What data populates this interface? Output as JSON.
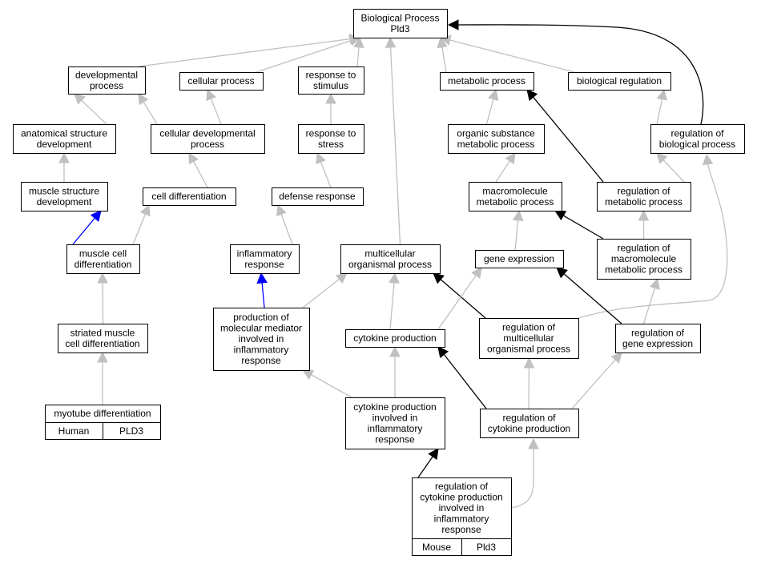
{
  "colors": {
    "gray_edge": "#c0c0c0",
    "black_edge": "#000000",
    "blue_edge": "#0000ff",
    "human_cell": "#ff6347",
    "mouse_cell": "#add8e6"
  },
  "nodes": {
    "bp": [
      "Biological Process",
      "Pld3"
    ],
    "dev": [
      "developmental",
      "process"
    ],
    "cell_proc": [
      "cellular process"
    ],
    "resp_stim": [
      "response to",
      "stimulus"
    ],
    "metab": [
      "metabolic process"
    ],
    "bioreg": [
      "biological regulation"
    ],
    "anat": [
      "anatomical structure",
      "development"
    ],
    "celldev": [
      "cellular developmental",
      "process"
    ],
    "resp_stress": [
      "response to",
      "stress"
    ],
    "org_sub": [
      "organic substance",
      "metabolic process"
    ],
    "reg_bio": [
      "regulation of",
      "biological process"
    ],
    "muscle_struct": [
      "muscle structure",
      "development"
    ],
    "cell_diff": [
      "cell differentiation"
    ],
    "defense": [
      "defense response"
    ],
    "macro": [
      "macromolecule",
      "metabolic process"
    ],
    "reg_metab": [
      "regulation of",
      "metabolic process"
    ],
    "muscle_cell_diff": [
      "muscle cell",
      "differentiation"
    ],
    "inflam": [
      "inflammatory",
      "response"
    ],
    "multi": [
      "multicellular",
      "organismal process"
    ],
    "gene_exp": [
      "gene expression"
    ],
    "reg_macro": [
      "regulation of",
      "macromolecule",
      "metabolic process"
    ],
    "prod_mol": [
      "production of",
      "molecular mediator",
      "involved in",
      "inflammatory",
      "response"
    ],
    "striated": [
      "striated muscle",
      "cell differentiation"
    ],
    "cyto_prod": [
      "cytokine production"
    ],
    "reg_multi": [
      "regulation of",
      "multicellular",
      "organismal process"
    ],
    "reg_gene": [
      "regulation of",
      "gene expression"
    ],
    "myotube": [
      "myotube differentiation"
    ],
    "cyto_inflam": [
      "cytokine production",
      "involved in",
      "inflammatory",
      "response"
    ],
    "reg_cyto": [
      "regulation of",
      "cytokine production"
    ],
    "reg_cyto_inflam": [
      "regulation of",
      "cytokine production",
      "involved in",
      "inflammatory",
      "response"
    ]
  },
  "annotations": {
    "human": {
      "species": "Human",
      "gene": "PLD3"
    },
    "mouse": {
      "species": "Mouse",
      "gene": "Pld3"
    }
  },
  "edges": [
    {
      "from": "dev",
      "to": "bp",
      "type": "gray"
    },
    {
      "from": "cell_proc",
      "to": "bp",
      "type": "gray"
    },
    {
      "from": "resp_stim",
      "to": "bp",
      "type": "gray"
    },
    {
      "from": "metab",
      "to": "bp",
      "type": "gray"
    },
    {
      "from": "bioreg",
      "to": "bp",
      "type": "gray"
    },
    {
      "from": "multi",
      "to": "bp",
      "type": "gray"
    },
    {
      "from": "reg_bio",
      "to": "bp",
      "type": "black"
    },
    {
      "from": "anat",
      "to": "dev",
      "type": "gray"
    },
    {
      "from": "celldev",
      "to": "dev",
      "type": "gray"
    },
    {
      "from": "celldev",
      "to": "cell_proc",
      "type": "gray"
    },
    {
      "from": "resp_stress",
      "to": "resp_stim",
      "type": "gray"
    },
    {
      "from": "org_sub",
      "to": "metab",
      "type": "gray"
    },
    {
      "from": "reg_metab",
      "to": "metab",
      "type": "black"
    },
    {
      "from": "reg_bio",
      "to": "bioreg",
      "type": "gray"
    },
    {
      "from": "muscle_struct",
      "to": "anat",
      "type": "gray"
    },
    {
      "from": "cell_diff",
      "to": "celldev",
      "type": "gray"
    },
    {
      "from": "defense",
      "to": "resp_stress",
      "type": "gray"
    },
    {
      "from": "macro",
      "to": "org_sub",
      "type": "gray"
    },
    {
      "from": "reg_metab",
      "to": "reg_bio",
      "type": "gray"
    },
    {
      "from": "reg_multi",
      "to": "reg_bio",
      "type": "gray"
    },
    {
      "from": "muscle_cell_diff",
      "to": "muscle_struct",
      "type": "blue"
    },
    {
      "from": "muscle_cell_diff",
      "to": "cell_diff",
      "type": "gray"
    },
    {
      "from": "inflam",
      "to": "defense",
      "type": "gray"
    },
    {
      "from": "gene_exp",
      "to": "macro",
      "type": "gray"
    },
    {
      "from": "reg_macro",
      "to": "macro",
      "type": "black"
    },
    {
      "from": "reg_macro",
      "to": "reg_metab",
      "type": "gray"
    },
    {
      "from": "striated",
      "to": "muscle_cell_diff",
      "type": "gray"
    },
    {
      "from": "prod_mol",
      "to": "inflam",
      "type": "blue"
    },
    {
      "from": "prod_mol",
      "to": "multi",
      "type": "gray"
    },
    {
      "from": "cyto_prod",
      "to": "multi",
      "type": "gray"
    },
    {
      "from": "reg_multi",
      "to": "multi",
      "type": "black"
    },
    {
      "from": "cyto_prod",
      "to": "gene_exp",
      "type": "gray"
    },
    {
      "from": "reg_gene",
      "to": "gene_exp",
      "type": "black"
    },
    {
      "from": "reg_gene",
      "to": "reg_macro",
      "type": "gray"
    },
    {
      "from": "myotube",
      "to": "striated",
      "type": "gray"
    },
    {
      "from": "cyto_inflam",
      "to": "prod_mol",
      "type": "gray"
    },
    {
      "from": "cyto_inflam",
      "to": "cyto_prod",
      "type": "gray"
    },
    {
      "from": "reg_cyto",
      "to": "cyto_prod",
      "type": "black"
    },
    {
      "from": "reg_cyto",
      "to": "reg_multi",
      "type": "gray"
    },
    {
      "from": "reg_cyto",
      "to": "reg_gene",
      "type": "gray"
    },
    {
      "from": "reg_cyto_inflam",
      "to": "cyto_inflam",
      "type": "black"
    },
    {
      "from": "reg_cyto_inflam",
      "to": "reg_cyto",
      "type": "gray"
    }
  ]
}
